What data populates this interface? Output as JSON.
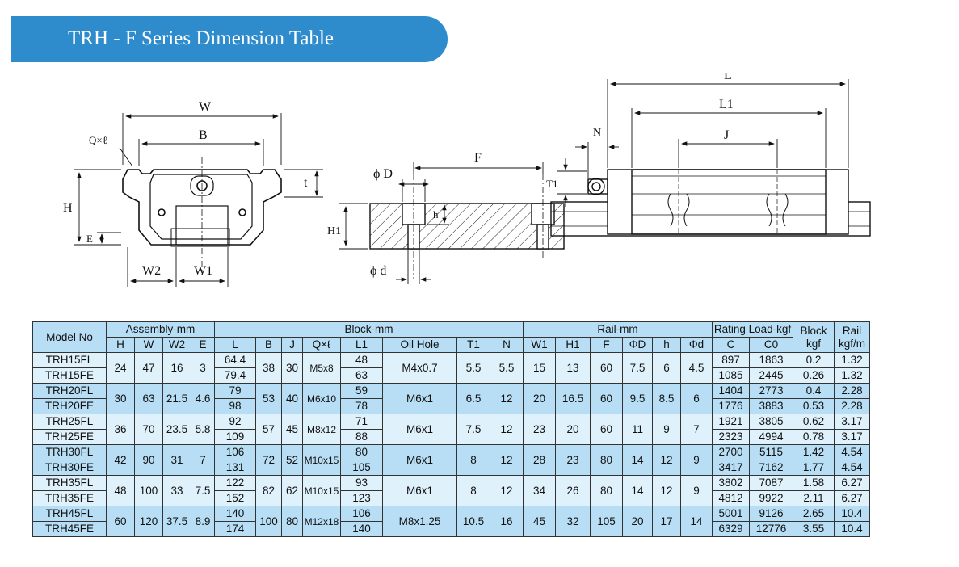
{
  "header": {
    "title": "TRH - F  Series Dimension Table"
  },
  "drawing": {
    "labels": {
      "W": "W",
      "B": "B",
      "Q": "Q×ℓ",
      "t": "t",
      "H": "H",
      "E": "E",
      "W2": "W2",
      "W1": "W1",
      "phiD": "ϕ D",
      "F": "F",
      "h": "h",
      "H1": "H1",
      "phid": "ϕ d",
      "L": "L",
      "L1": "L1",
      "J": "J",
      "N": "N",
      "T1": "T1"
    }
  },
  "table": {
    "groups": {
      "model": "Model No",
      "assembly": "Assembly-mm",
      "block": "Block-mm",
      "rail": "Rail-mm",
      "rating": "Rating Load-kgf",
      "block_kgf": "Block kgf",
      "rail_kgf": "Rail kgf/m"
    },
    "columns": [
      "H",
      "W",
      "W2",
      "E",
      "L",
      "B",
      "J",
      "Q×ℓ",
      "L1",
      "Oil Hole",
      "T1",
      "N",
      "W1",
      "H1",
      "F",
      "ΦD",
      "h",
      "Φd",
      "C",
      "C0"
    ],
    "groups_rows": [
      {
        "shared": {
          "H": "24",
          "W": "47",
          "W2": "16",
          "E": "3",
          "B": "38",
          "J": "30",
          "Q": "M5x8",
          "oil": "M4x0.7",
          "T1": "5.5",
          "N": "5.5",
          "W1": "15",
          "H1": "13",
          "F": "60",
          "PhiD": "7.5",
          "h": "6",
          "Phid": "4.5"
        },
        "rows": [
          {
            "model": "TRH15FL",
            "L": "64.4",
            "L1": "48",
            "C": "897",
            "C0": "1863",
            "block": "0.2",
            "rail": "1.32"
          },
          {
            "model": "TRH15FE",
            "L": "79.4",
            "L1": "63",
            "C": "1085",
            "C0": "2445",
            "block": "0.26",
            "rail": "1.32"
          }
        ]
      },
      {
        "shared": {
          "H": "30",
          "W": "63",
          "W2": "21.5",
          "E": "4.6",
          "B": "53",
          "J": "40",
          "Q": "M6x10",
          "oil": "M6x1",
          "T1": "6.5",
          "N": "12",
          "W1": "20",
          "H1": "16.5",
          "F": "60",
          "PhiD": "9.5",
          "h": "8.5",
          "Phid": "6"
        },
        "rows": [
          {
            "model": "TRH20FL",
            "L": "79",
            "L1": "59",
            "C": "1404",
            "C0": "2773",
            "block": "0.4",
            "rail": "2.28"
          },
          {
            "model": "TRH20FE",
            "L": "98",
            "L1": "78",
            "C": "1776",
            "C0": "3883",
            "block": "0.53",
            "rail": "2.28"
          }
        ]
      },
      {
        "shared": {
          "H": "36",
          "W": "70",
          "W2": "23.5",
          "E": "5.8",
          "B": "57",
          "J": "45",
          "Q": "M8x12",
          "oil": "M6x1",
          "T1": "7.5",
          "N": "12",
          "W1": "23",
          "H1": "20",
          "F": "60",
          "PhiD": "11",
          "h": "9",
          "Phid": "7"
        },
        "rows": [
          {
            "model": "TRH25FL",
            "L": "92",
            "L1": "71",
            "C": "1921",
            "C0": "3805",
            "block": "0.62",
            "rail": "3.17"
          },
          {
            "model": "TRH25FE",
            "L": "109",
            "L1": "88",
            "C": "2323",
            "C0": "4994",
            "block": "0.78",
            "rail": "3.17"
          }
        ]
      },
      {
        "shared": {
          "H": "42",
          "W": "90",
          "W2": "31",
          "E": "7",
          "B": "72",
          "J": "52",
          "Q": "M10x15",
          "oil": "M6x1",
          "T1": "8",
          "N": "12",
          "W1": "28",
          "H1": "23",
          "F": "80",
          "PhiD": "14",
          "h": "12",
          "Phid": "9"
        },
        "rows": [
          {
            "model": "TRH30FL",
            "L": "106",
            "L1": "80",
            "C": "2700",
            "C0": "5115",
            "block": "1.42",
            "rail": "4.54"
          },
          {
            "model": "TRH30FE",
            "L": "131",
            "L1": "105",
            "C": "3417",
            "C0": "7162",
            "block": "1.77",
            "rail": "4.54"
          }
        ]
      },
      {
        "shared": {
          "H": "48",
          "W": "100",
          "W2": "33",
          "E": "7.5",
          "B": "82",
          "J": "62",
          "Q": "M10x15",
          "oil": "M6x1",
          "T1": "8",
          "N": "12",
          "W1": "34",
          "H1": "26",
          "F": "80",
          "PhiD": "14",
          "h": "12",
          "Phid": "9"
        },
        "rows": [
          {
            "model": "TRH35FL",
            "L": "122",
            "L1": "93",
            "C": "3802",
            "C0": "7087",
            "block": "1.58",
            "rail": "6.27"
          },
          {
            "model": "TRH35FE",
            "L": "152",
            "L1": "123",
            "C": "4812",
            "C0": "9922",
            "block": "2.11",
            "rail": "6.27"
          }
        ]
      },
      {
        "shared": {
          "H": "60",
          "W": "120",
          "W2": "37.5",
          "E": "8.9",
          "B": "100",
          "J": "80",
          "Q": "M12x18",
          "oil": "M8x1.25",
          "T1": "10.5",
          "N": "16",
          "W1": "45",
          "H1": "32",
          "F": "105",
          "PhiD": "20",
          "h": "17",
          "Phid": "14"
        },
        "rows": [
          {
            "model": "TRH45FL",
            "L": "140",
            "L1": "106",
            "C": "5001",
            "C0": "9126",
            "block": "2.65",
            "rail": "10.4"
          },
          {
            "model": "TRH45FE",
            "L": "174",
            "L1": "140",
            "C": "6329",
            "C0": "12776",
            "block": "3.55",
            "rail": "10.4"
          }
        ]
      }
    ]
  }
}
